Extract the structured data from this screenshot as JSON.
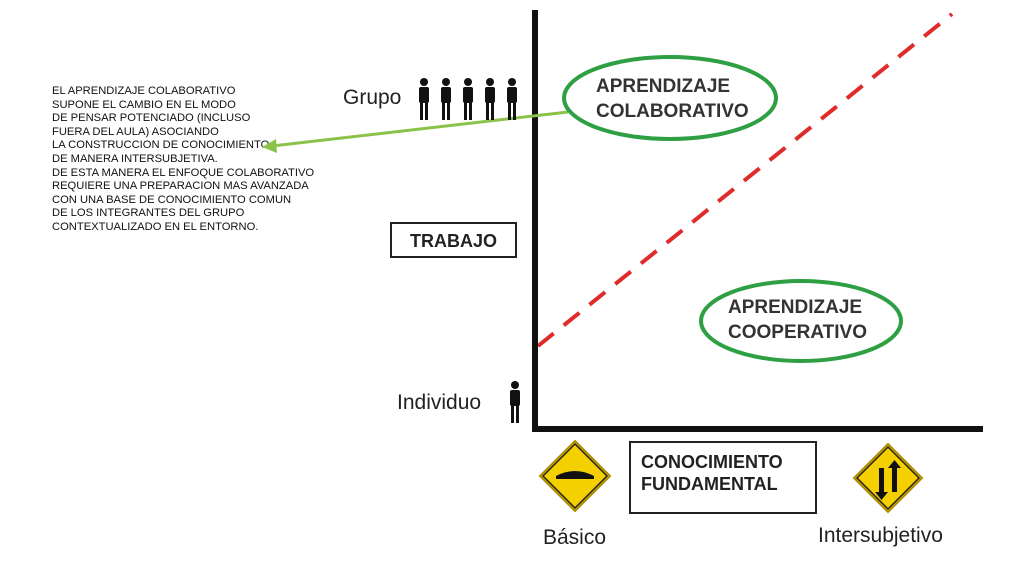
{
  "note": {
    "lines": [
      "EL APRENDIZAJE COLABORATIVO",
      "SUPONE EL CAMBIO EN EL MODO",
      "DE PENSAR POTENCIADO (INCLUSO",
      "FUERA DEL AULA) ASOCIANDO",
      "LA CONSTRUCCION DE CONOCIMIENTO",
      "DE MANERA INTERSUBJETIVA.",
      "DE ESTA MANERA EL ENFOQUE COLABORATIVO",
      "REQUIERE UNA PREPARACION MAS AVANZADA",
      "CON UNA BASE DE CONOCIMIENTO COMUN",
      "DE LOS INTEGRANTES DEL GRUPO",
      "CONTEXTUALIZADO EN EL ENTORNO."
    ]
  },
  "y_axis": {
    "title": "TRABAJO",
    "top_label": "Grupo",
    "bottom_label": "Individuo"
  },
  "x_axis": {
    "title_line1": "CONOCIMIENTO",
    "title_line2": "FUNDAMENTAL",
    "left_label": "Básico",
    "right_label": "Intersubjetivo"
  },
  "regions": {
    "colaborativo_line1": "APRENDIZAJE",
    "colaborativo_line2": "COLABORATIVO",
    "cooperativo_line1": "APRENDIZAJE",
    "cooperativo_line2": "COOPERATIVO"
  },
  "icons": {
    "group_people": "person-icon",
    "individual": "person-icon",
    "basic_sign": "narrowing-road-sign-icon",
    "intersubjective_sign": "two-way-traffic-sign-icon"
  },
  "colors": {
    "oval": "#2ea043",
    "arrow": "#8bc34a",
    "dashed_line": "#e02b2b",
    "axis": "#111111",
    "sign_fill": "#f5d000"
  }
}
